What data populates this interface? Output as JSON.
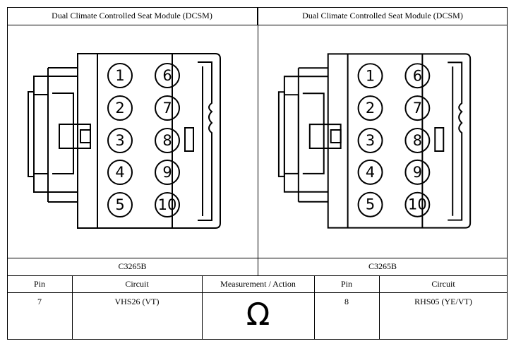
{
  "panels": [
    {
      "module_title": "Dual Climate Controlled Seat Module (DCSM)",
      "connector_label": "C3265B",
      "pins": [
        "1",
        "2",
        "3",
        "4",
        "5",
        "6",
        "7",
        "8",
        "9",
        "10"
      ]
    },
    {
      "module_title": "Dual Climate Controlled Seat Module (DCSM)",
      "connector_label": "C3265B",
      "pins": [
        "1",
        "2",
        "3",
        "4",
        "5",
        "6",
        "7",
        "8",
        "9",
        "10"
      ]
    }
  ],
  "table": {
    "headers": {
      "pin_a": "Pin",
      "circuit_a": "Circuit",
      "measurement": "Measurement / Action",
      "pin_b": "Pin",
      "circuit_b": "Circuit"
    },
    "row": {
      "pin_a": "7",
      "circuit_a": "VHS26 (VT)",
      "measurement_symbol": "Ω",
      "pin_b": "8",
      "circuit_b": "RHS05 (YE/VT)"
    }
  }
}
